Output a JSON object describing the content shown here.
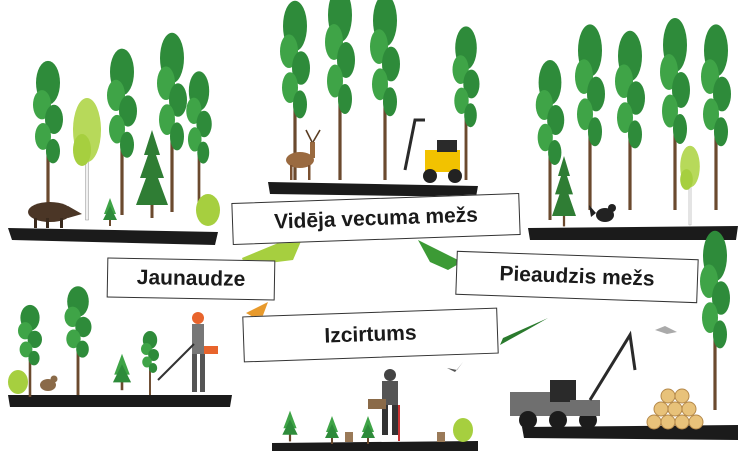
{
  "stages": [
    {
      "id": "videja",
      "label": "Vidēja vecuma mežs"
    },
    {
      "id": "pieaudzis",
      "label": "Pieaudzis mežs"
    },
    {
      "id": "izcirtums",
      "label": "Izcirtums"
    },
    {
      "id": "jaunaudze",
      "label": "Jaunaudze"
    }
  ],
  "colors": {
    "arrow_light_green": "#a6cf3f",
    "arrow_green": "#3c9a35",
    "arrow_dark_green": "#2a7a2d",
    "arrow_orange": "#e89a2c",
    "ground": "#1b1b1b",
    "tree_dark": "#2e8b3a",
    "tree_mid": "#3fa447",
    "birch": "#b7d95a"
  },
  "icons": [
    "boar-icon",
    "deer-icon",
    "forwarder-icon",
    "capercaillie-icon",
    "bird-icon",
    "forester-trimmer-icon",
    "planter-icon",
    "harvester-icon",
    "log-pile-icon",
    "crane-icon"
  ]
}
